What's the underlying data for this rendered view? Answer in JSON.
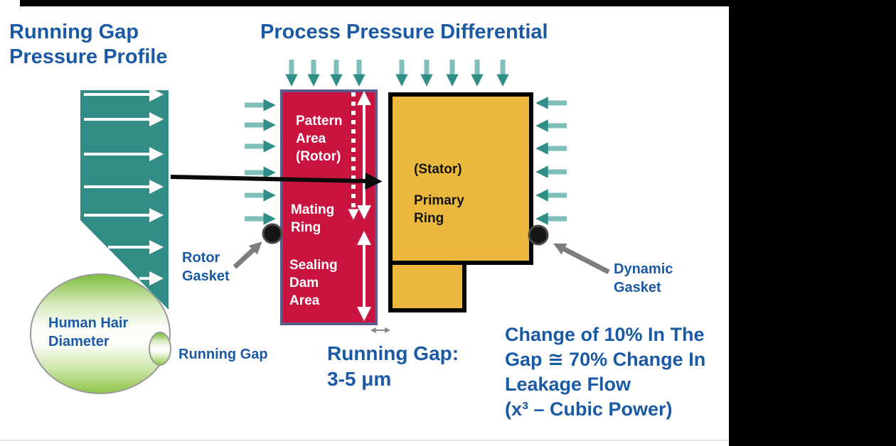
{
  "colors": {
    "title_blue": "#1A5AA5",
    "teal": "#318D86",
    "teal_light": "#7FBFB9",
    "rotor_red": "#C9143F",
    "rotor_border_purple": "#5B5B8B",
    "stator_gold": "#E9B83D",
    "hair_green": "#7EBE3E",
    "frame_black": "#000000"
  },
  "titles": {
    "profile": "Running Gap\nPressure Profile",
    "differential": "Process Pressure Differential"
  },
  "rotor": {
    "pattern_area": "Pattern\nArea\n(Rotor)",
    "mating_ring": "Mating\nRing",
    "sealing_dam": "Sealing\nDam\nArea"
  },
  "stator": {
    "stator": "(Stator)",
    "primary_ring": "Primary\nRing"
  },
  "callouts": {
    "rotor_gasket": "Rotor\nGasket",
    "dynamic_gasket": "Dynamic\nGasket",
    "human_hair": "Human Hair\nDiameter",
    "running_gap_legend": "Running Gap",
    "running_gap_value": "Running Gap:\n3-5 μm",
    "change_note": "Change of 10% In The\nGap ≅ 70% Change In\nLeakage Flow\n(x³ – Cubic Power)"
  }
}
